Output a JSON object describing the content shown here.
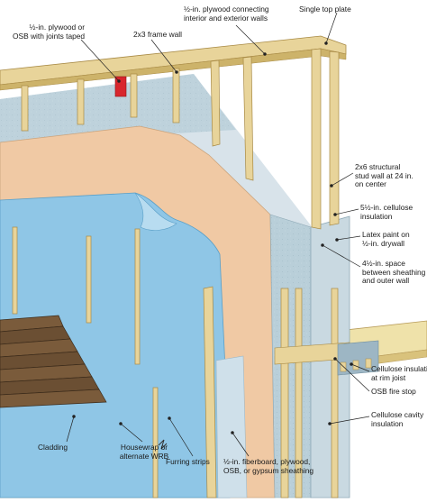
{
  "labels": {
    "plywood_osb_taped": [
      "½-in. plywood or",
      "OSB with joints taped"
    ],
    "frame_wall_2x3": [
      "2x3 frame wall"
    ],
    "plywood_connecting": [
      "½-in. plywood connecting",
      "interior and exterior walls"
    ],
    "single_top_plate": [
      "Single top plate"
    ],
    "structural_stud_wall": [
      "2x6 structural",
      "stud wall at 24 in.",
      "on center"
    ],
    "cellulose_insulation_5half": [
      "5½-in. cellulose",
      "insulation"
    ],
    "latex_paint_drywall": [
      "Latex paint on",
      "½-in. drywall"
    ],
    "space_between": [
      "4½-in. space",
      "between sheathing",
      "and outer wall"
    ],
    "cellulose_rim_joist": [
      "Cellulose insulation",
      "at rim joist"
    ],
    "osb_fire_stop": [
      "OSB fire stop"
    ],
    "cellulose_cavity": [
      "Cellulose cavity",
      "insulation"
    ],
    "cladding": [
      "Cladding"
    ],
    "housewrap": [
      "Housewrap or",
      "alternate WRB"
    ],
    "furring_strips": [
      "Furring strips"
    ],
    "sheathing_options": [
      "½-in. fiberboard, plywood,",
      "OSB, or gypsum sheathing"
    ]
  },
  "colors": {
    "lumber": "#e8d49a",
    "plywood": "#f0c9a4",
    "housewrap": "#8fc6e6",
    "cellulose": "#b9cfd9",
    "drywall": "#d8e3ea",
    "cladding": "#6b4f33",
    "fire_block": "#d8262d",
    "floor": "#efe2aa"
  }
}
